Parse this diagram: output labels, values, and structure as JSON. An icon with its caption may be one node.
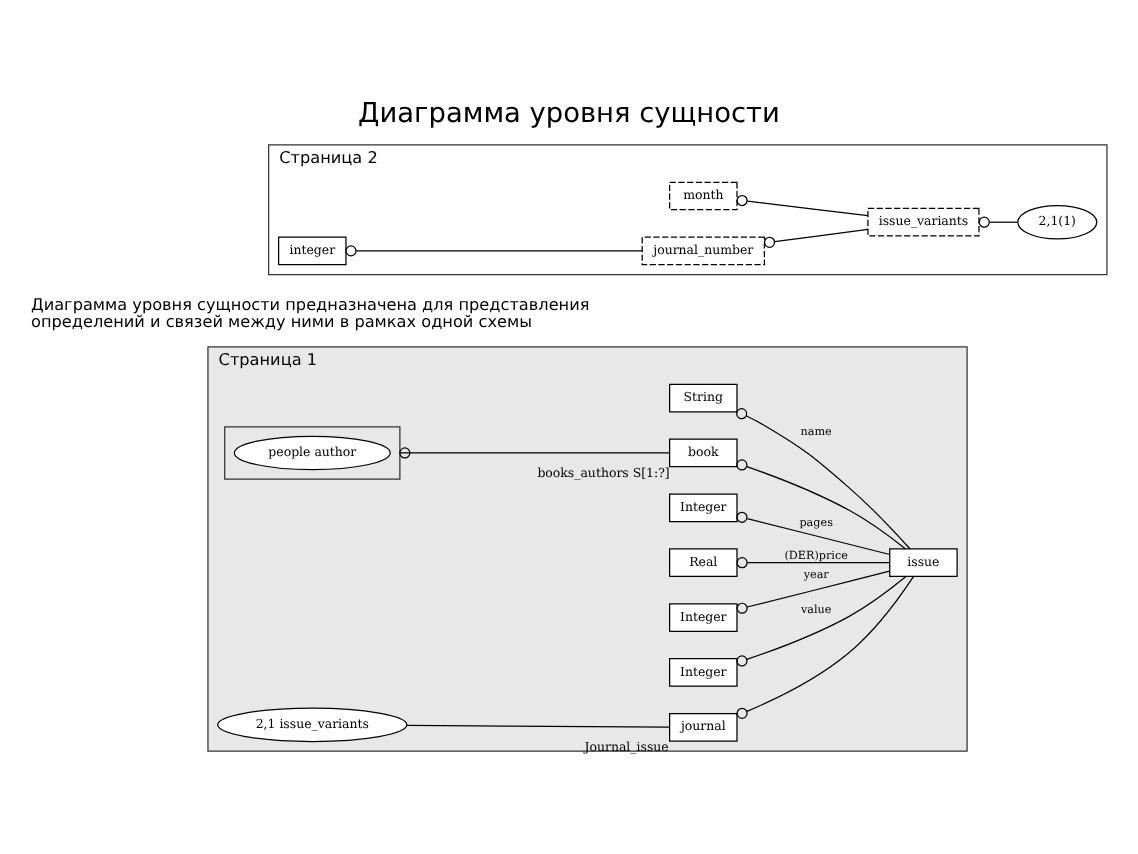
{
  "diagram": {
    "title": "Диаграмма уровня сущности",
    "nodes": [
      {
        "text": [
          "Страница 1"
        ]
      },
      {
        "text": [
          "String"
        ],
        "in": 0
      },
      {
        "text": [
          "Integer"
        ],
        "in": 0
      },
      {
        "text": [
          "Real"
        ],
        "in": 0
      },
      {
        "text": [
          "issue"
        ],
        "in": 0
      },
      {
        "text": [
          "Integer"
        ],
        "in": 0
      },
      {
        "text": [
          "Integer"
        ],
        "in": 0
      },
      {
        "text": [],
        "shape": "box",
        "in": 0
      },
      {
        "text": [
          "people author"
        ],
        "in": 7
      },
      {
        "text": [
          "book"
        ],
        "in": 0,
        "beside": [
          "books_authors S[1:?]"
        ]
      },
      {
        "text": [
          "2,1 issue_variants"
        ],
        "in": 0
      },
      {
        "text": [
          "journal"
        ],
        "in": 0,
        "beside": [
          "Journal_issue"
        ]
      },
      {
        "text": [
          "Страница 2"
        ]
      },
      {
        "text": [
          "2,1(1)"
        ],
        "in": 12
      },
      {
        "text": [
          "month"
        ],
        "in": 12
      },
      {
        "text": [
          "issue_variants"
        ],
        "in": 12
      },
      {
        "text": [
          "integer"
        ],
        "in": 12
      },
      {
        "text": [
          "journal_number"
        ],
        "in": 12
      }
    ],
    "edges": [
      {
        "from": 1,
        "to": 4,
        "arrow": "other",
        "label": "name"
      },
      {
        "from": 2,
        "to": 4,
        "arrow": "other",
        "label": "pages"
      },
      {
        "from": 3,
        "to": 4,
        "arrow": "other",
        "label": "(DER)price"
      },
      {
        "from": 5,
        "to": 4,
        "arrow": "other",
        "label": "year"
      },
      {
        "from": 6,
        "to": 4,
        "arrow": "other",
        "label": "value"
      },
      {
        "from": 9,
        "to": 4,
        "arrow": "other"
      },
      {
        "from": 11,
        "to": 4,
        "arrow": "other"
      },
      {
        "from": 7,
        "to": 9,
        "arrow": "other"
      },
      {
        "from": 10,
        "to": 11,
        "arrow": "none"
      },
      {
        "from": 15,
        "to": 13,
        "arrow": "other"
      },
      {
        "from": 14,
        "to": 15,
        "arrow": "other"
      },
      {
        "from": 17,
        "to": 15,
        "arrow": "other"
      },
      {
        "from": 16,
        "to": 17,
        "arrow": "other"
      }
    ],
    "labels": [
      "Диаграмма уровня сущности предназначена для представления определений и связей между ними в рамках одной схемы"
    ]
  }
}
